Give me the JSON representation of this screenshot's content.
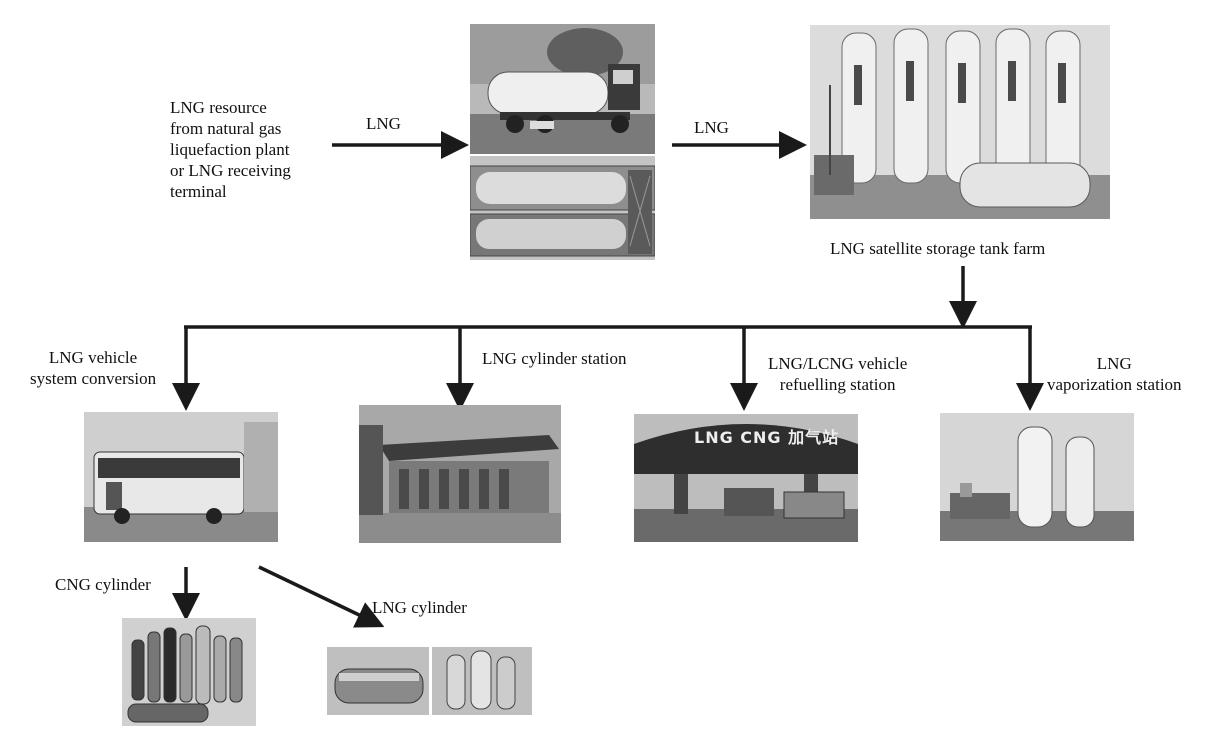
{
  "source": {
    "lines": [
      "LNG resource",
      "from natural gas",
      "liquefaction plant",
      "or LNG receiving",
      "terminal"
    ]
  },
  "arrow_labels": {
    "first": "LNG",
    "second": "LNG"
  },
  "tank_farm": {
    "caption": "LNG satellite storage tank farm"
  },
  "branches": {
    "vehicle_conversion": [
      "LNG vehicle",
      "system conversion"
    ],
    "cylinder_station": "LNG cylinder station",
    "refuelling": [
      "LNG/LCNG vehicle",
      "refuelling station"
    ],
    "vaporization": [
      "LNG",
      "vaporization station"
    ]
  },
  "sub_branches": {
    "cng": "CNG cylinder",
    "lng": "LNG cylinder"
  },
  "sign_text": "LNG CNG 加气站",
  "colors": {
    "line": "#1a1a1a",
    "photo_dark": "#4a4a4a",
    "photo_light": "#d8d8d8"
  }
}
